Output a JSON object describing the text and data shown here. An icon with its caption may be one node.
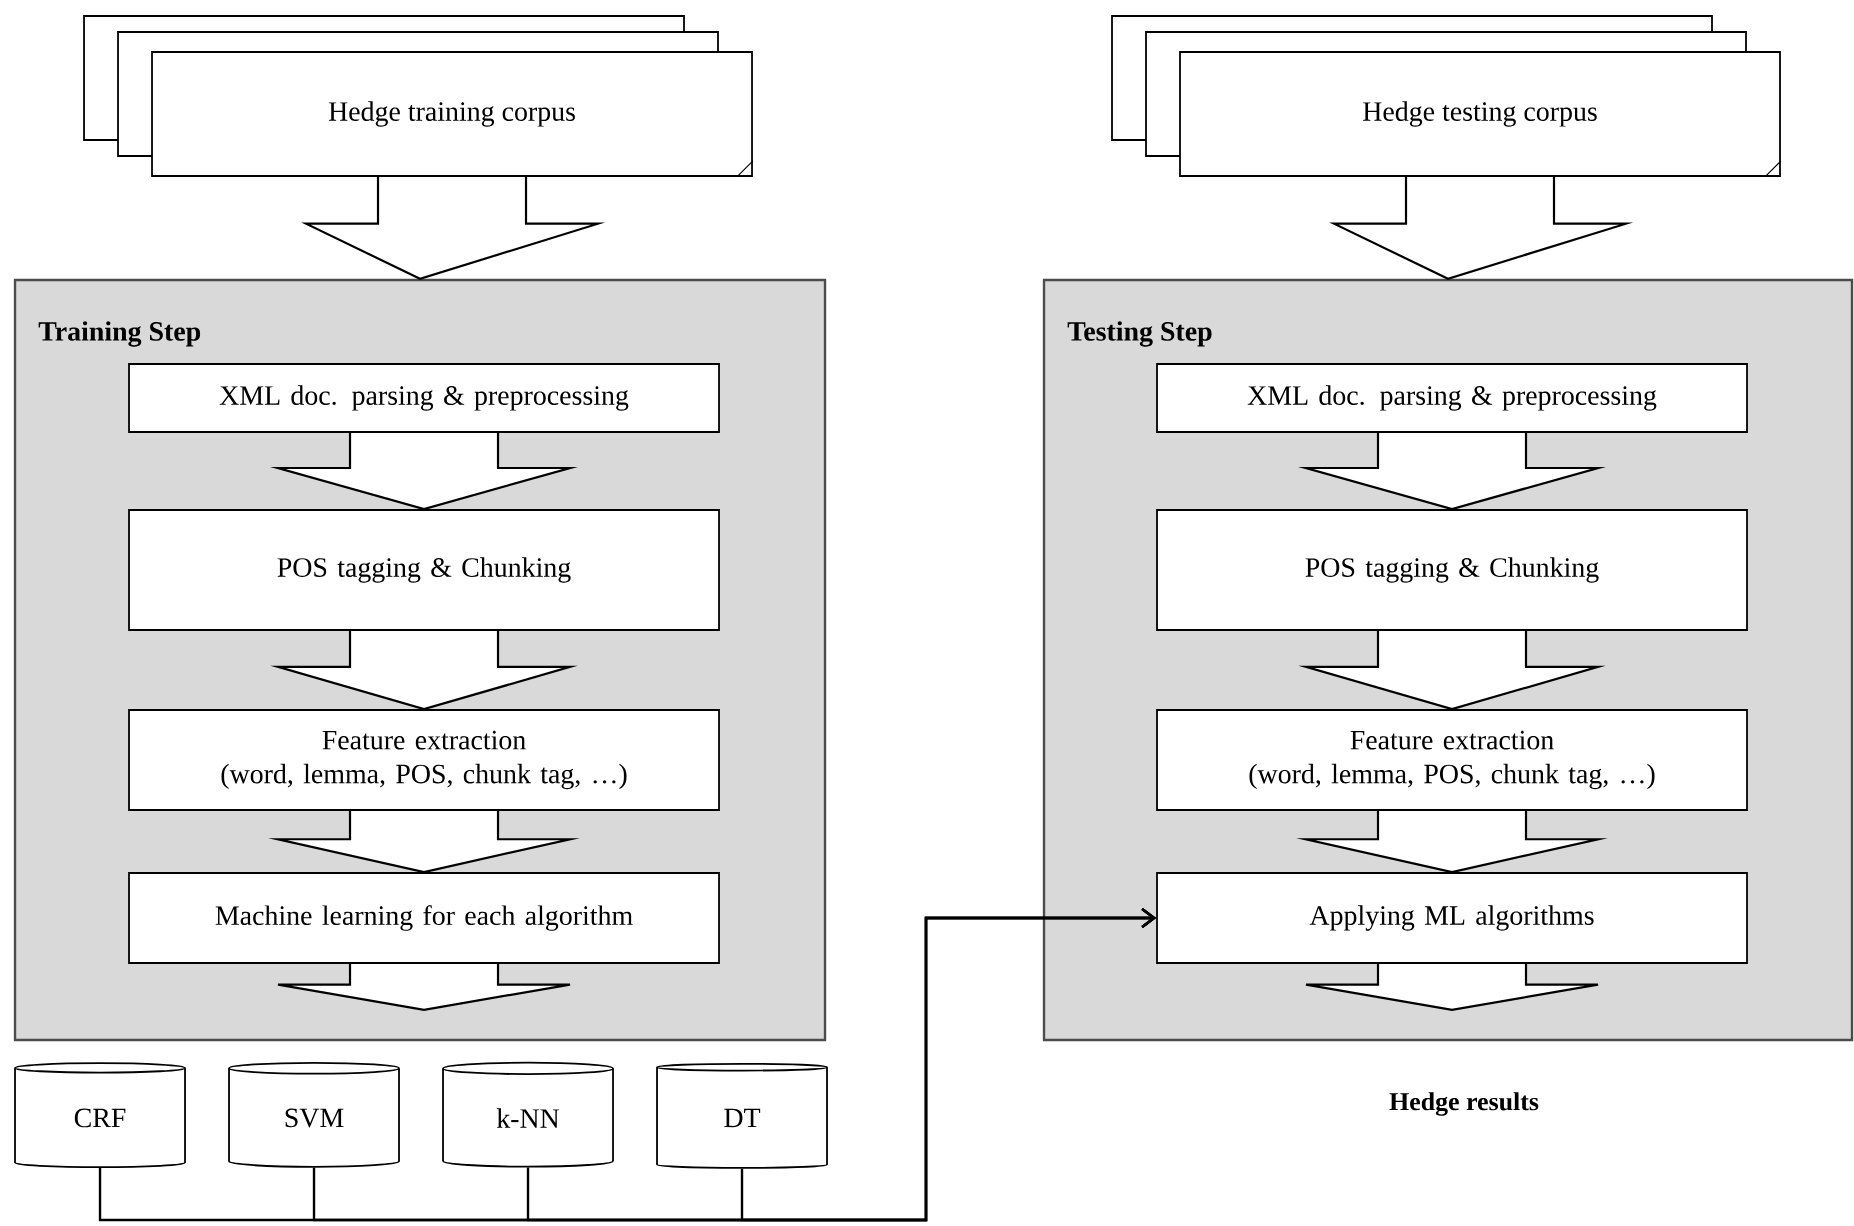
{
  "diagram": {
    "nodes": [
      {
        "text": [
          "Hedge training corpus"
        ]
      },
      {
        "text": [
          "Training Step"
        ]
      },
      {
        "text": [
          "XML doc. parsing & preprocessing"
        ],
        "in": 1
      },
      {
        "text": [
          "POS tagging & Chunking"
        ],
        "in": 1
      },
      {
        "text": [
          "Feature extraction",
          "(word, lemma, POS, chunk tag, …)"
        ],
        "in": 1
      },
      {
        "text": [
          "Machine learning for each algorithm"
        ],
        "in": 1
      },
      {
        "text": [
          "CRF"
        ]
      },
      {
        "text": [
          "SVM"
        ]
      },
      {
        "text": [
          "k-NN"
        ]
      },
      {
        "text": [
          "DT"
        ]
      },
      {
        "text": [
          "Hedge testing corpus"
        ]
      },
      {
        "text": [
          "Testing Step"
        ]
      },
      {
        "text": [
          "XML doc. parsing & preprocessing"
        ],
        "in": 11
      },
      {
        "text": [
          "POS tagging & Chunking"
        ],
        "in": 11
      },
      {
        "text": [
          "Feature extraction",
          "(word, lemma, POS, chunk tag, …)"
        ],
        "in": 11
      },
      {
        "text": [
          "Applying ML algorithms"
        ],
        "in": 11
      }
    ],
    "edges": [
      {
        "from": 0,
        "to": 1,
        "arrow": "to",
        "style": "thick"
      },
      {
        "from": 2,
        "to": 3,
        "arrow": "to",
        "style": "thick"
      },
      {
        "from": 3,
        "to": 4,
        "arrow": "to",
        "style": "thick"
      },
      {
        "from": 4,
        "to": 5,
        "arrow": "to",
        "style": "thick"
      },
      {
        "from": 5,
        "to": null,
        "arrow": "to",
        "style": "thick"
      },
      {
        "from": 10,
        "to": 11,
        "arrow": "to",
        "style": "thick"
      },
      {
        "from": 12,
        "to": 13,
        "arrow": "to",
        "style": "thick"
      },
      {
        "from": 13,
        "to": 14,
        "arrow": "to",
        "style": "thick"
      },
      {
        "from": 14,
        "to": 15,
        "arrow": "to",
        "style": "thick"
      },
      {
        "from": 15,
        "to": null,
        "arrow": "to",
        "style": "thick"
      },
      {
        "from": 6,
        "to": 15,
        "arrow": "to"
      },
      {
        "from": 7,
        "to": 15,
        "arrow": "to"
      },
      {
        "from": 8,
        "to": 15,
        "arrow": "to"
      },
      {
        "from": 9,
        "to": 15,
        "arrow": "to"
      }
    ],
    "labels": [
      "Hedge results"
    ]
  }
}
